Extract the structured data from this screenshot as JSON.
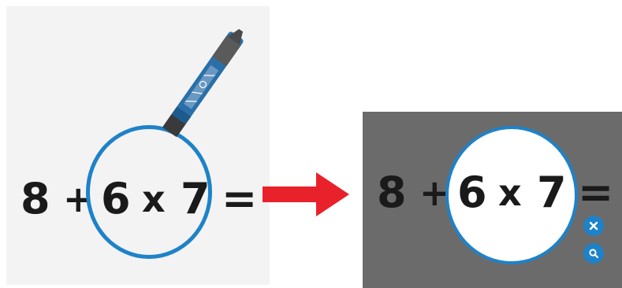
{
  "before": {
    "equation": {
      "first": "8",
      "plus": "+",
      "second": "6",
      "times": "x",
      "third": "7",
      "equals": "="
    },
    "pen_icon": "pen-icon"
  },
  "transition": {
    "arrow_icon": "arrow-right-icon",
    "arrow_color": "#e8212a"
  },
  "after": {
    "equation": {
      "first": "8",
      "plus": "+",
      "second": "6",
      "times": "x",
      "third": "7",
      "equals": "="
    },
    "overlay_color": "#6b6b6b",
    "spotlight_border_color": "#1e82c8",
    "controls": [
      {
        "icon": "close-icon"
      },
      {
        "icon": "search-icon"
      }
    ]
  },
  "accent_color": "#1e82c8"
}
